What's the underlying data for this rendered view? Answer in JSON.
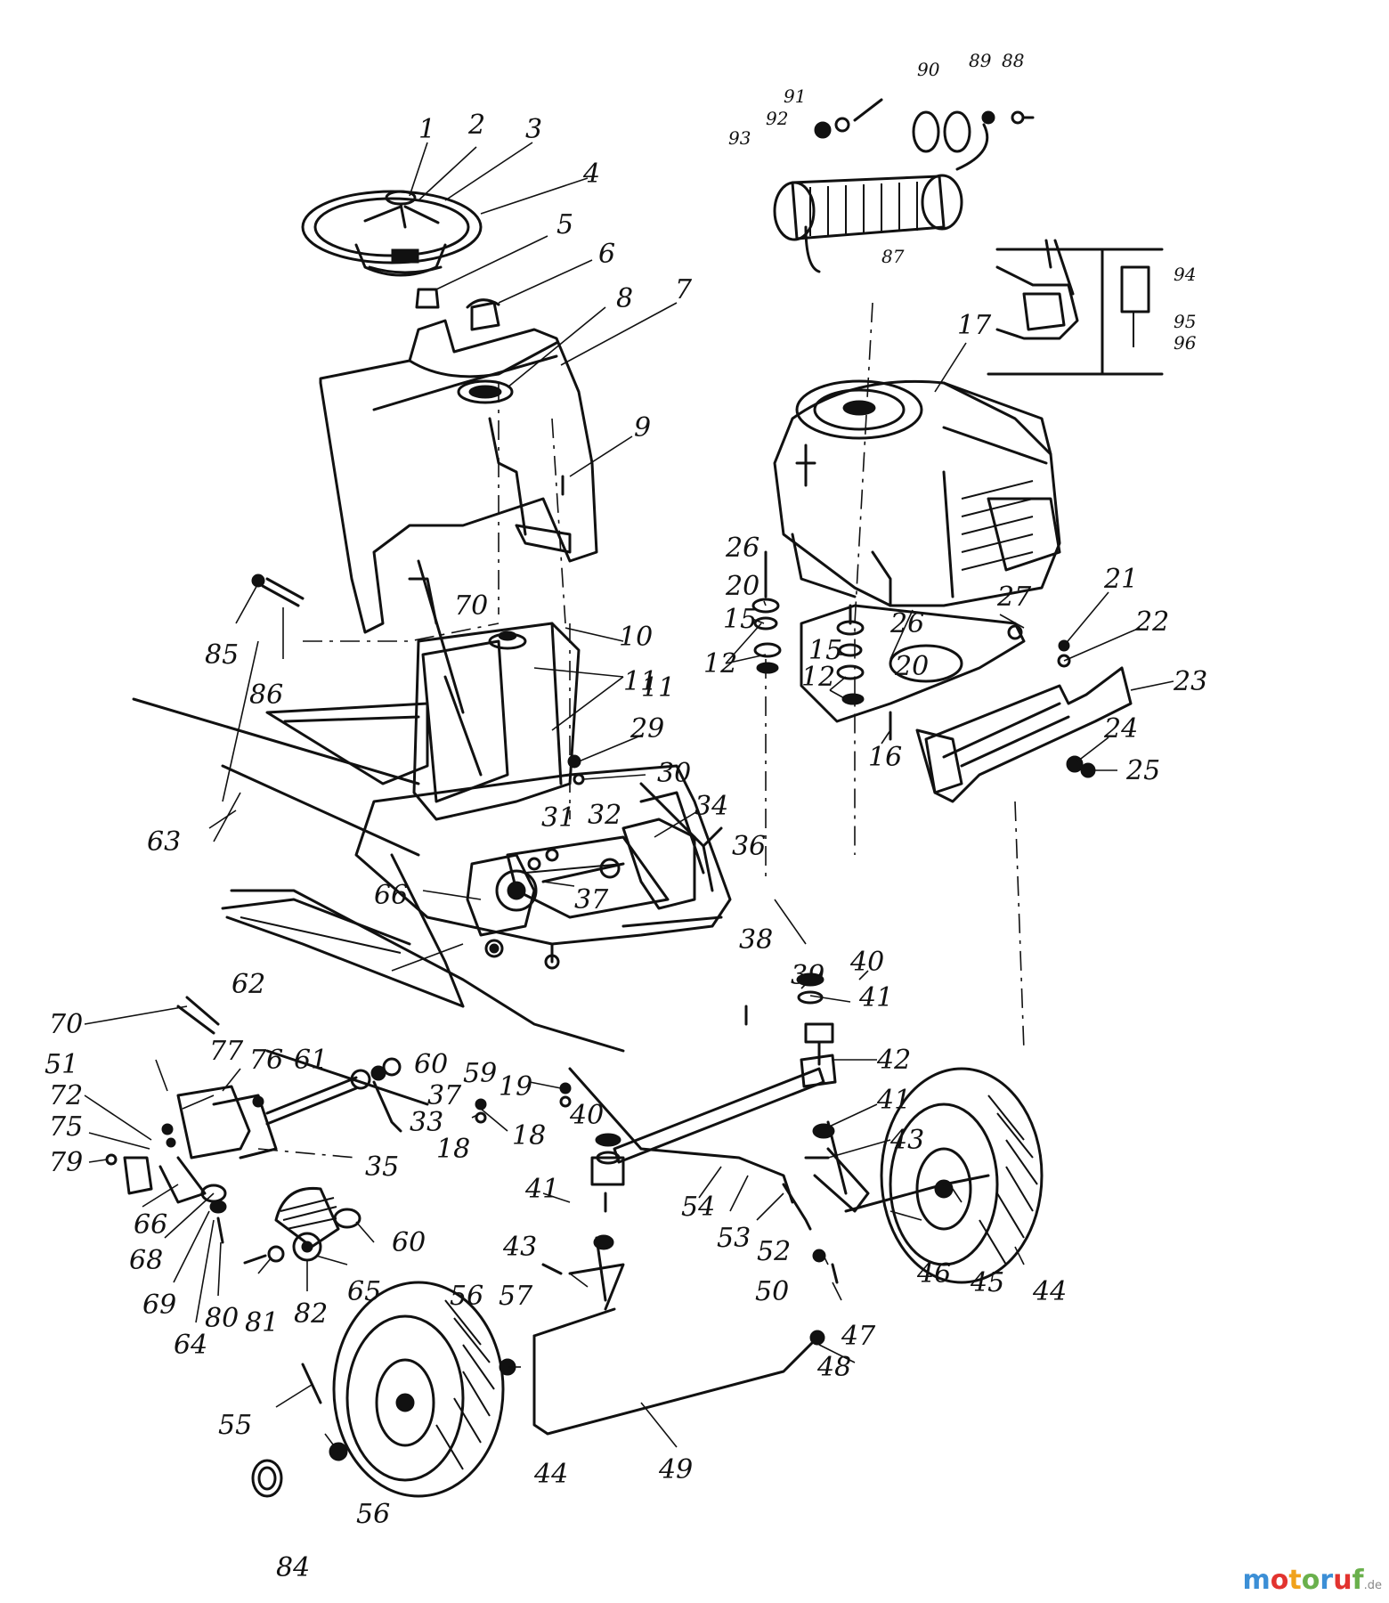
{
  "watermark": {
    "parts": [
      {
        "text": "m",
        "color": "#3c8fd6"
      },
      {
        "text": "o",
        "color": "#e2332f"
      },
      {
        "text": "t",
        "color": "#f0a21c"
      },
      {
        "text": "o",
        "color": "#6ab04c"
      },
      {
        "text": "r",
        "color": "#3c8fd6"
      },
      {
        "text": "u",
        "color": "#e2332f"
      },
      {
        "text": "f",
        "color": "#6ab04c"
      }
    ],
    "suffix": ".de"
  },
  "labels": [
    "1",
    "2",
    "3",
    "4",
    "5",
    "6",
    "7",
    "8",
    "9",
    "10",
    "11",
    "11",
    "12",
    "12",
    "15",
    "15",
    "16",
    "17",
    "18",
    "18",
    "19",
    "20",
    "20",
    "21",
    "22",
    "23",
    "24",
    "25",
    "26",
    "26",
    "27",
    "29",
    "30",
    "31",
    "32",
    "33",
    "34",
    "35",
    "36",
    "37",
    "37",
    "38",
    "39",
    "40",
    "40",
    "41",
    "41",
    "41",
    "42",
    "43",
    "43",
    "44",
    "44",
    "45",
    "46",
    "47",
    "48",
    "49",
    "50",
    "51",
    "52",
    "53",
    "54",
    "55",
    "56",
    "56",
    "57",
    "59",
    "60",
    "60",
    "61",
    "62",
    "63",
    "64",
    "65",
    "66",
    "66",
    "68",
    "69",
    "70",
    "70",
    "72",
    "75",
    "76",
    "77",
    "79",
    "80",
    "81",
    "82",
    "84",
    "85",
    "86",
    "87",
    "88",
    "89",
    "90",
    "91",
    "92",
    "93",
    "94",
    "95",
    "96"
  ]
}
